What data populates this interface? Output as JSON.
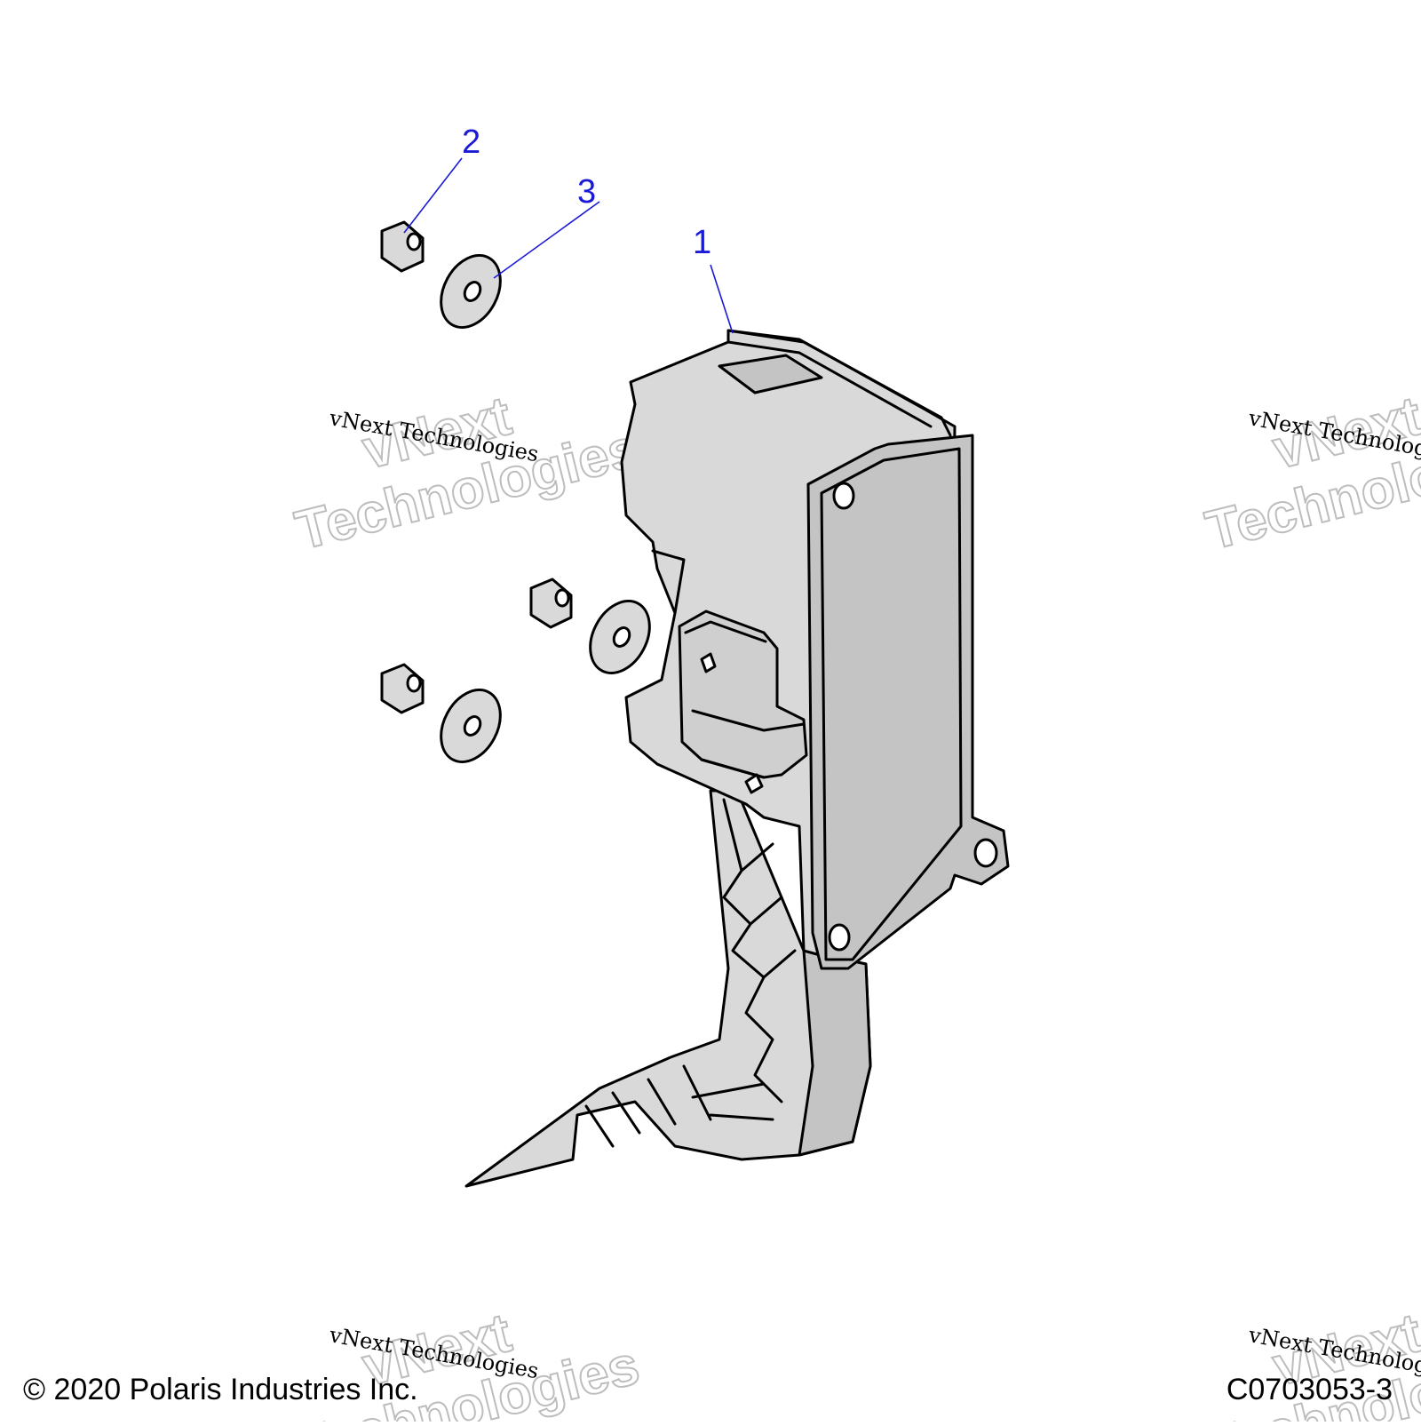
{
  "callouts": [
    {
      "id": "1",
      "label": "1"
    },
    {
      "id": "2",
      "label": "2"
    },
    {
      "id": "3",
      "label": "3"
    }
  ],
  "watermark": {
    "small": "vNext Technologies",
    "big_line1": "vNext",
    "big_line2": "Technologies"
  },
  "footer": {
    "copyright": "© 2020 Polaris Industries Inc.",
    "diagram_code": "C0703053-3"
  },
  "colors": {
    "callout": "#1a1ad6",
    "part_fill": "#d9d9d9",
    "part_fill_dark": "#c4c4c4",
    "watermark_outline": "#bdbdbd"
  }
}
